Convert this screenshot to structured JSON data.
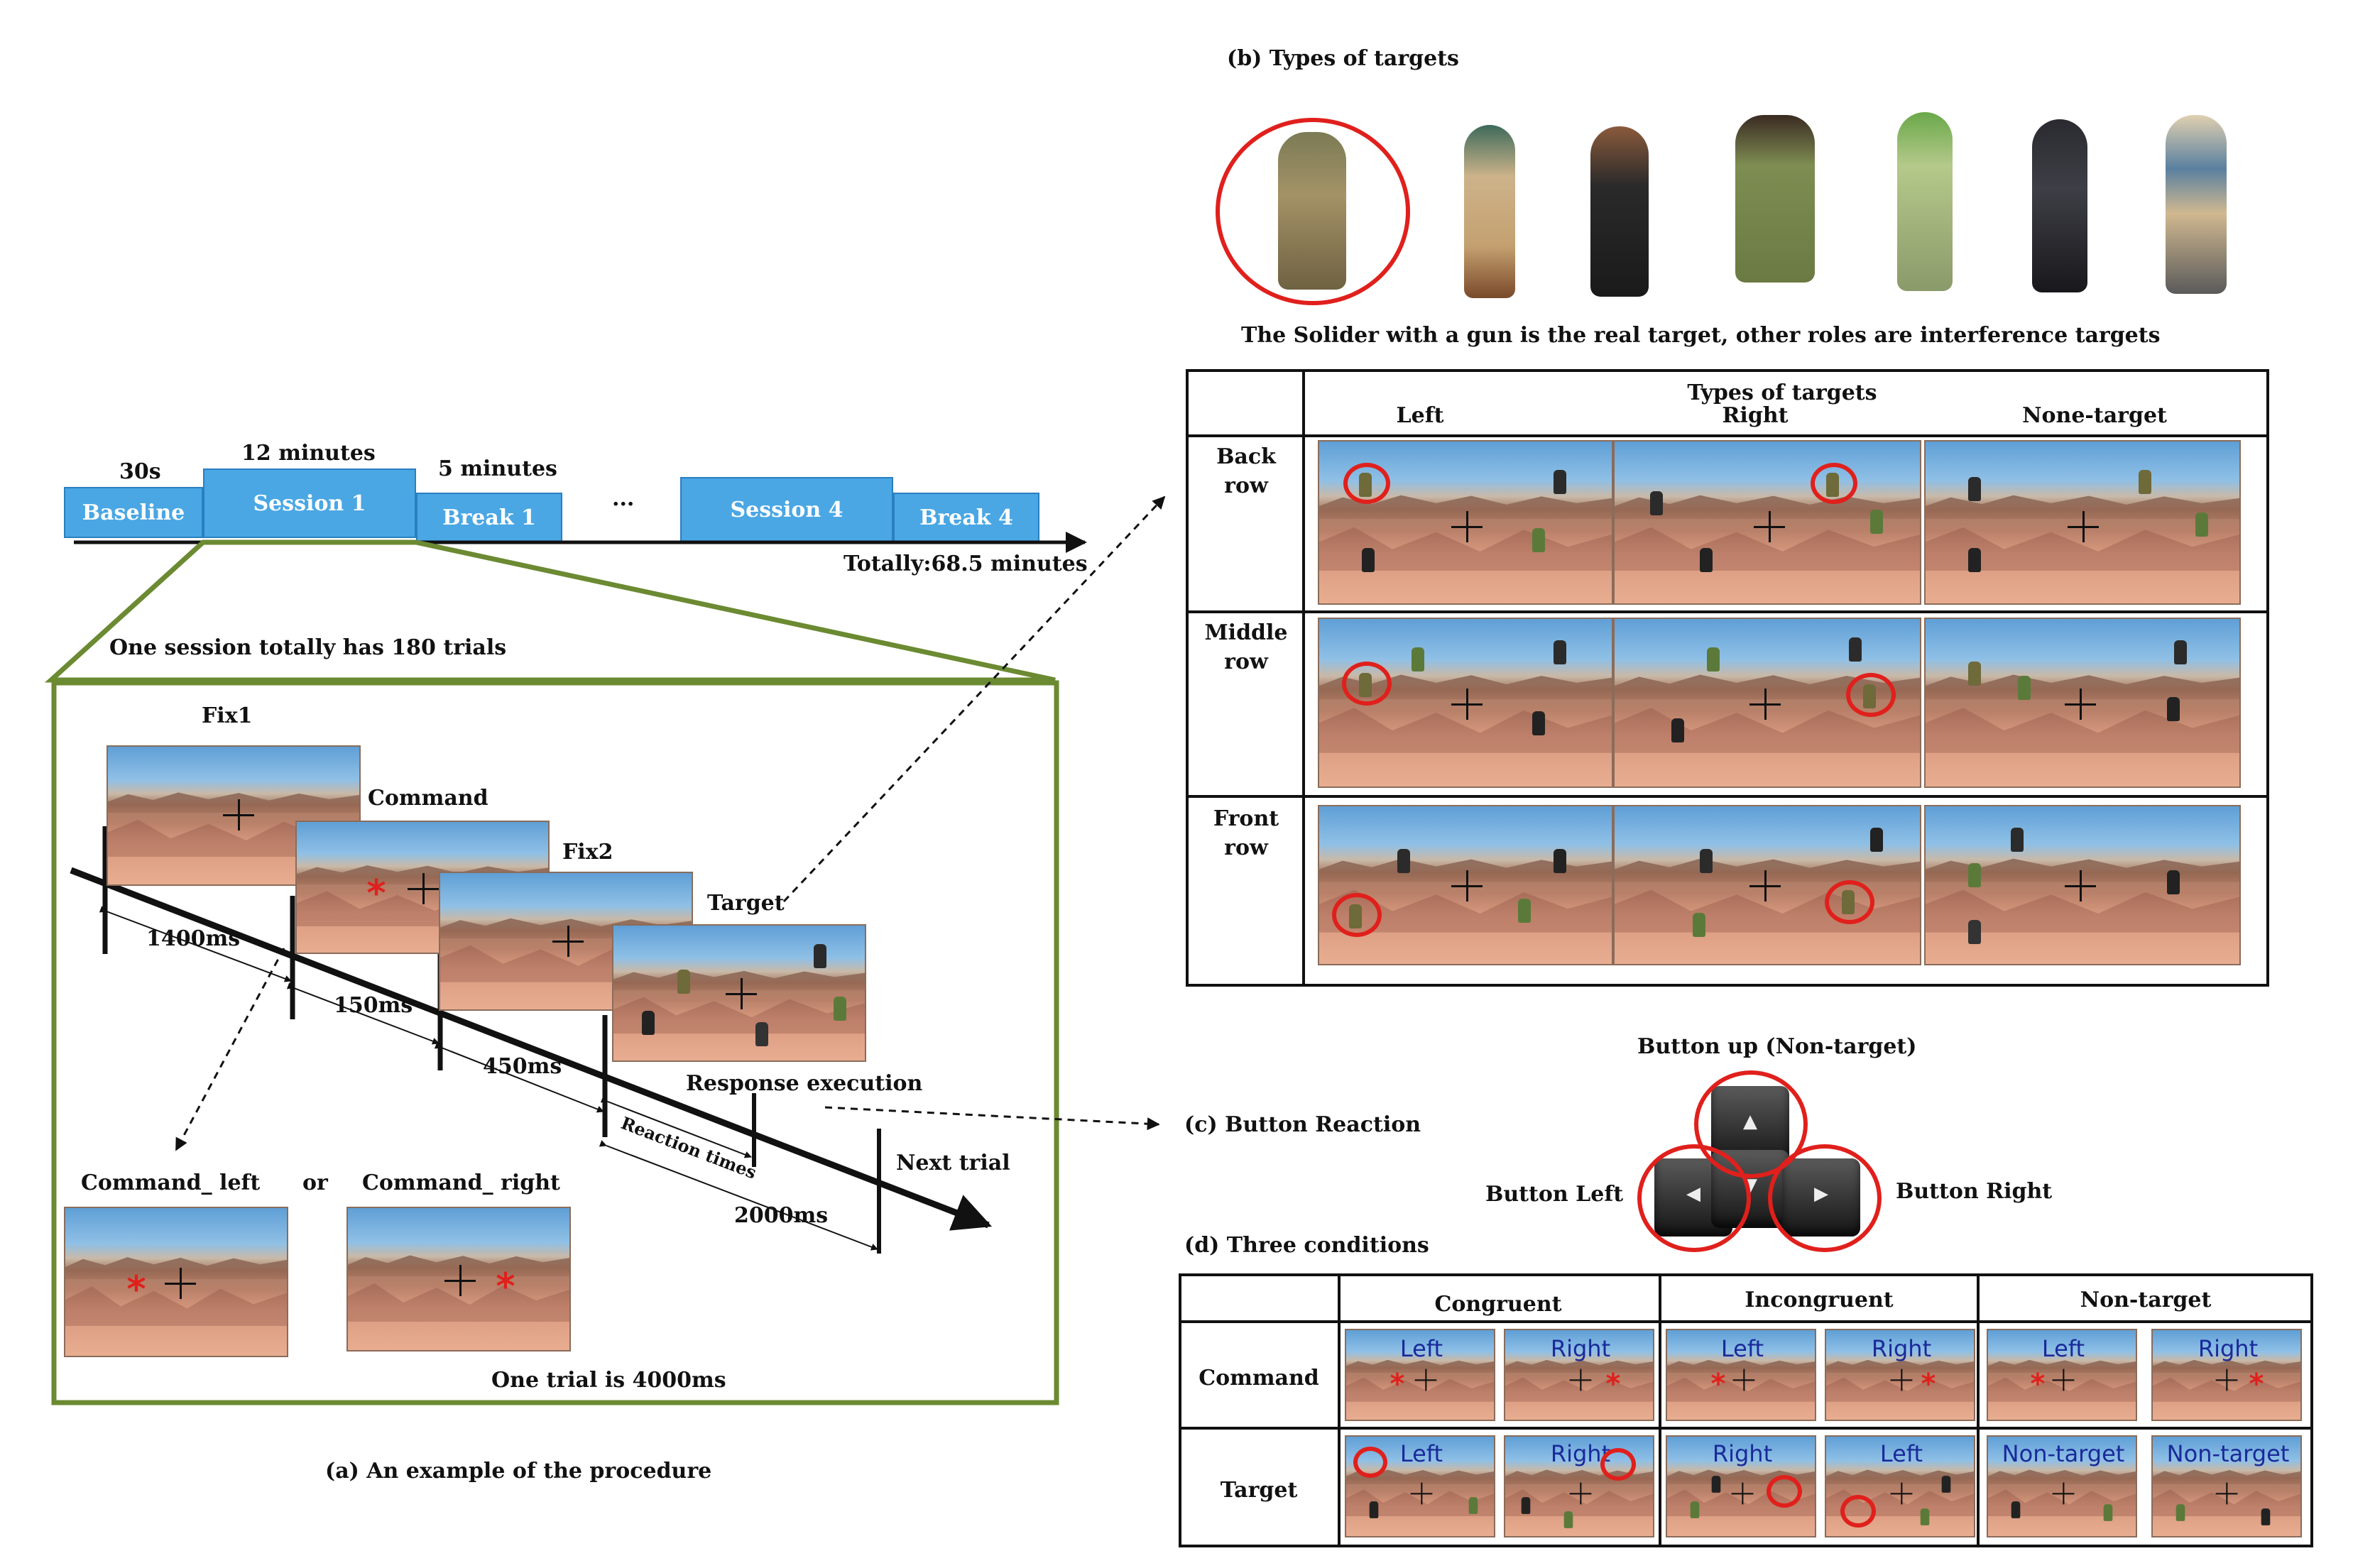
{
  "panel_a": {
    "timeline": {
      "labels_above": [
        "30s",
        "12 minutes",
        "5 minutes",
        "...",
        ""
      ],
      "blocks": [
        "Baseline",
        "Session 1",
        "Break 1",
        "Session 4",
        "Break 4"
      ],
      "dots": "...",
      "total": "Totally:68.5 minutes"
    },
    "session_note": "One session totally has 180 trials",
    "frames": [
      "Fix1",
      "Command",
      "Fix2",
      "Target"
    ],
    "durations": [
      "1400ms",
      "150ms",
      "450ms",
      "2000ms"
    ],
    "reaction": "Reaction times",
    "response": "Response execution",
    "next": "Next trial",
    "cmd_left": "Command_ left",
    "or": "or",
    "cmd_right": "Command_ right",
    "trial_note": "One trial is 4000ms",
    "caption": "(a)  An example of the procedure"
  },
  "panel_b": {
    "title": "(b) Types of targets",
    "note": "The Solider with a gun is the real target, other roles are interference targets",
    "header": "Types of targets",
    "columns": [
      "Left",
      "Right",
      "None-target"
    ],
    "rows": [
      "Back\nrow",
      "Middle\nrow",
      "Front\nrow"
    ]
  },
  "panel_c": {
    "title": "(c) Button Reaction",
    "up": "Button up (Non-target)",
    "left": "Button Left",
    "right": "Button Right"
  },
  "panel_d": {
    "title": "(d) Three conditions",
    "groups": [
      "Congruent",
      "Incongruent",
      "Non-target"
    ],
    "rows": [
      "Command",
      "Target"
    ],
    "command_labels": [
      "Left",
      "Right",
      "Left",
      "Right",
      "Left",
      "Right"
    ],
    "target_labels": [
      "Left",
      "Right",
      "Right",
      "Left",
      "Non-target",
      "Non-target"
    ]
  },
  "colors": {
    "accent_blue": "#4aa7e4",
    "frame_green": "#6b8a32",
    "marker_red": "#e0201c"
  }
}
